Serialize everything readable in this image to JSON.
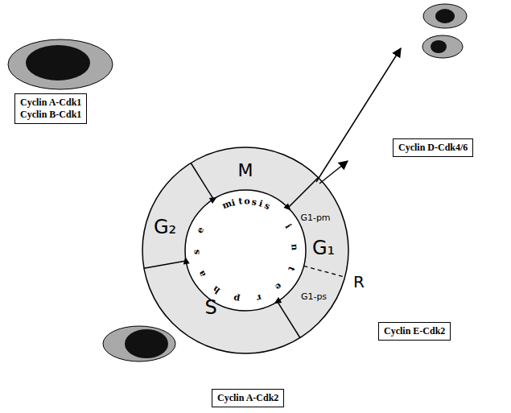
{
  "diagram": {
    "nodes": [
      {
        "text": [
          "Cyclin A-Cdk1",
          "Cyclin B-Cdk1"
        ]
      },
      {
        "text": [
          "Cyclin D-Cdk4/6"
        ]
      },
      {
        "text": [
          "Cyclin E-Cdk2"
        ]
      },
      {
        "text": [
          "Cyclin A-Cdk2"
        ]
      }
    ],
    "labels": [
      "M",
      "G₁",
      "G1-pm",
      "G1-ps",
      "R",
      "S",
      "G₂",
      "mitosis",
      "interphase"
    ]
  }
}
